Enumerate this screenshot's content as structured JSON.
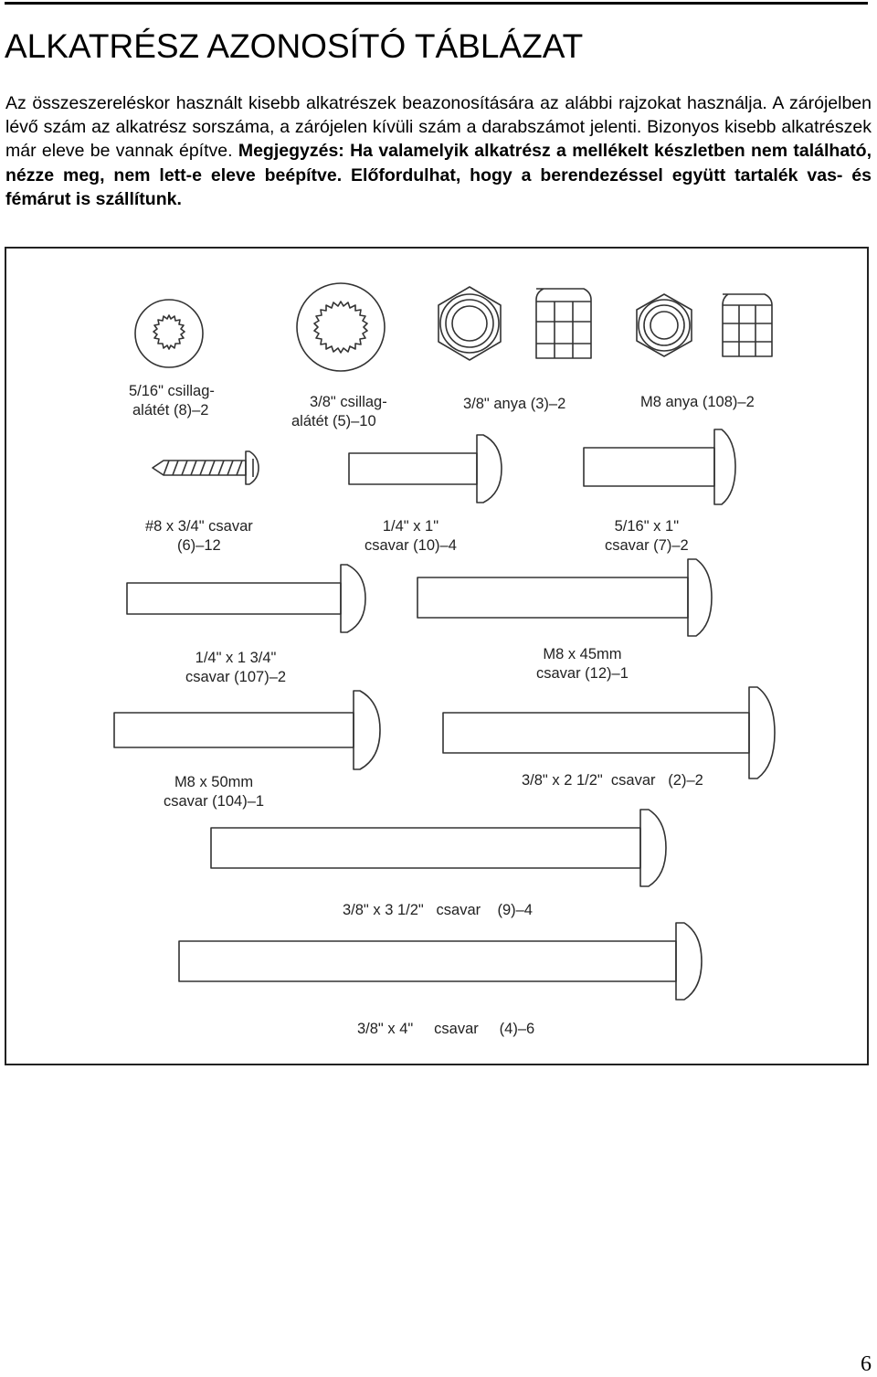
{
  "page": {
    "title": "ALKATRÉSZ AZONOSÍTÓ TÁBLÁZAT",
    "intro_normal": "Az összeszereléskor használt kisebb alkatrészek beazonosítására az alábbi rajzokat használja. A zárójelben lévő szám az alkatrész sorszáma, a zárójelen kívüli szám a darabszámot jelenti. Bizonyos kisebb alkatrészek már eleve be vannak építve. ",
    "intro_bold": "Megjegyzés: Ha valamelyik alkatrész a mellékelt készletben nem található, nézze meg, nem lett-e eleve beépítve. Előfordulhat, hogy a berendezéssel együtt tartalék vas- és fémárut is szállítunk.",
    "page_number": "6"
  },
  "parts": {
    "washer_5_16": {
      "line1": "5/16\" csillag-",
      "line2": "alátét (8)–2"
    },
    "washer_3_8": {
      "line1": "3/8\" csillag-",
      "line2": "alátét (5)–10"
    },
    "nut_3_8": {
      "line1": "3/8\" anya  (3)–2"
    },
    "nut_m8": {
      "line1": "M8 anya   (108)–2"
    },
    "screw_8_3_4": {
      "line1": "#8 x 3/4\" csavar",
      "line2": "(6)–12"
    },
    "bolt_1_4_x_1": {
      "line1": "1/4\" x 1\"",
      "line2": "csavar  (10)–4"
    },
    "bolt_5_16_x_1": {
      "line1": "5/16\" x 1\"",
      "line2": "csavar  (7)–2"
    },
    "bolt_1_4_x_1_3_4": {
      "line1": "1/4\" x 1 3/4\"",
      "line2": "csavar (107)–2"
    },
    "bolt_m8_x_45": {
      "line1": "M8 x 45mm",
      "line2": "csavar (12)–1"
    },
    "bolt_m8_x_50": {
      "line1": "M8 x 50mm",
      "line2": "csavar (104)–1"
    },
    "bolt_3_8_x_2_1_2": {
      "line1": "3/8\" x 2 1/2\"  csavar   (2)–2"
    },
    "bolt_3_8_x_3_1_2": {
      "line1": "3/8\" x 3 1/2\"   csavar    (9)–4"
    },
    "bolt_3_8_x_4": {
      "line1": "3/8\" x 4\"     csavar     (4)–6"
    }
  }
}
